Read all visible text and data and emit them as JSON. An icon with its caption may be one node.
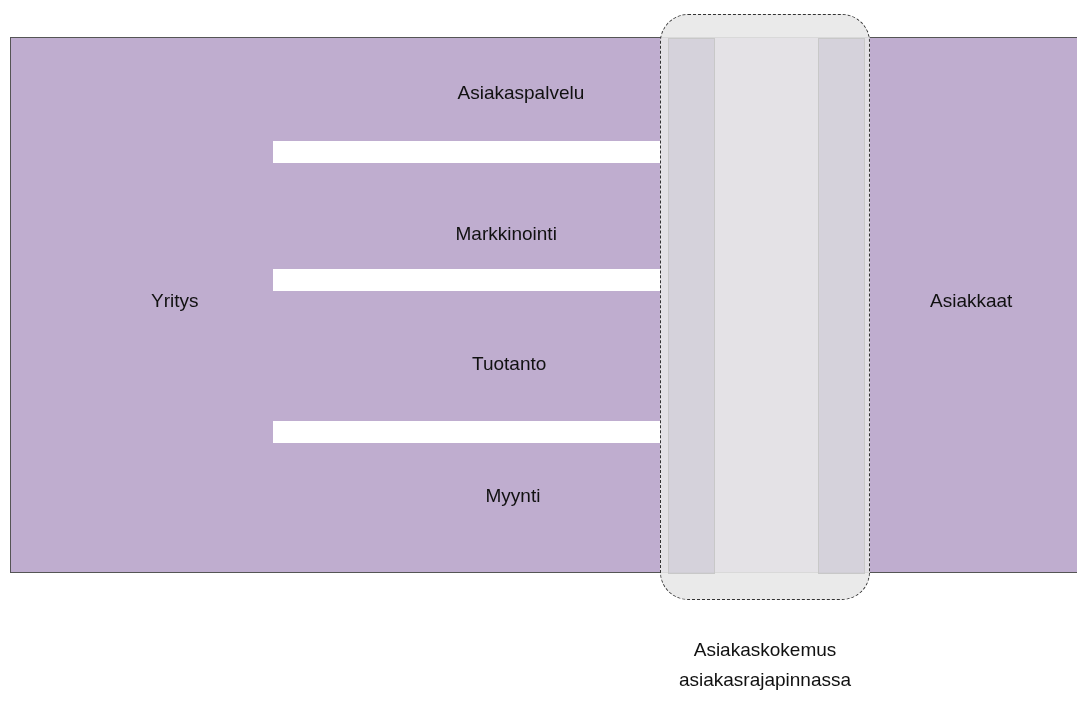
{
  "diagram": {
    "nodes": [
      {
        "text": [
          "Yritys",
          "Asiakaspalvelu",
          "Markkinointi",
          "Tuotanto",
          "Myynti",
          "Asiakkaat"
        ]
      },
      {
        "text": [],
        "shape": "box",
        "beside": [
          "Asiakaskokemus asiakasrajapinnassa"
        ]
      },
      {
        "text": [],
        "shape": "bar",
        "in": 1
      },
      {
        "text": [],
        "shape": "bar",
        "in": 1
      },
      {
        "text": [],
        "shape": "bar",
        "in": 0
      },
      {
        "text": [],
        "shape": "bar",
        "in": 0
      },
      {
        "text": [],
        "shape": "bar",
        "in": 0
      }
    ]
  }
}
